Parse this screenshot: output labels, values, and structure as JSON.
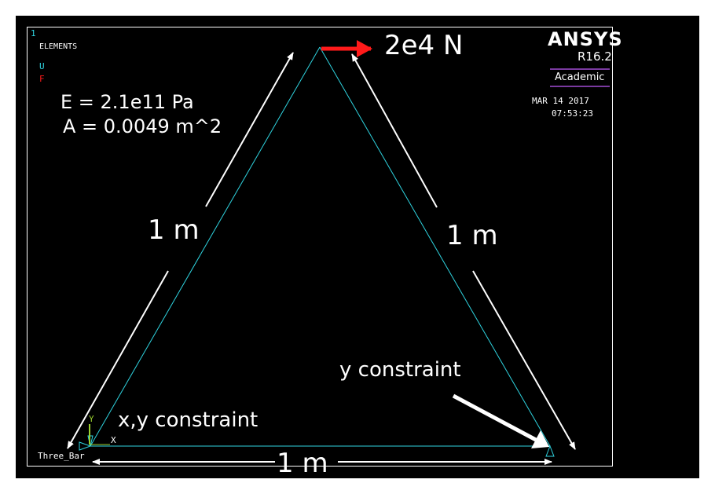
{
  "window_number": "1",
  "legend": {
    "title": "ELEMENTS",
    "u_label": "U",
    "f_label": "F"
  },
  "logo": {
    "brand": "ANSYS",
    "version": "R16.2",
    "edition": "Academic"
  },
  "timestamp": {
    "date": "MAR 14 2017",
    "time": "07:53:23"
  },
  "properties": {
    "modulus": "E = 2.1e11 Pa",
    "area": "A = 0.0049 m^2"
  },
  "load": {
    "label": "2e4 N"
  },
  "dimensions": {
    "left": "1 m",
    "right": "1 m",
    "bottom": "1 m"
  },
  "constraints": {
    "left": "x,y constraint",
    "right": "y constraint"
  },
  "triad": {
    "x": "X",
    "y": "Y"
  },
  "model_name": "Three_Bar",
  "colors": {
    "background": "#000000",
    "element_lines": "#2fd4e0",
    "load_arrow": "#ff1a1a",
    "annotations": "#ffffff"
  }
}
